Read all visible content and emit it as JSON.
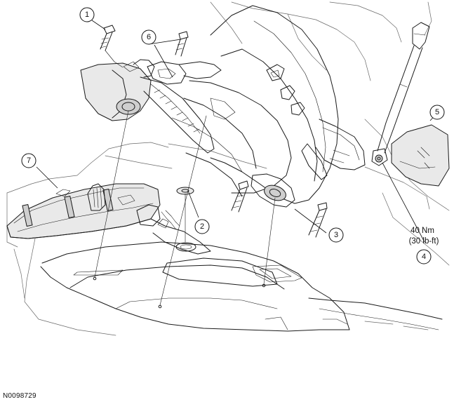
{
  "figure": {
    "id": "N0098729"
  },
  "callouts": [
    {
      "number": "1",
      "part": "bolt"
    },
    {
      "number": "2",
      "part": "washer"
    },
    {
      "number": "3",
      "part": "bolt"
    },
    {
      "number": "4",
      "part": "seat belt anchor nut"
    },
    {
      "number": "5",
      "part": "trim cover"
    },
    {
      "number": "6",
      "part": "bolts"
    },
    {
      "number": "7",
      "part": "seat cushion frame"
    }
  ],
  "torque_spec": {
    "line1": "40 Nm",
    "line2": "(30 lb-ft)"
  }
}
